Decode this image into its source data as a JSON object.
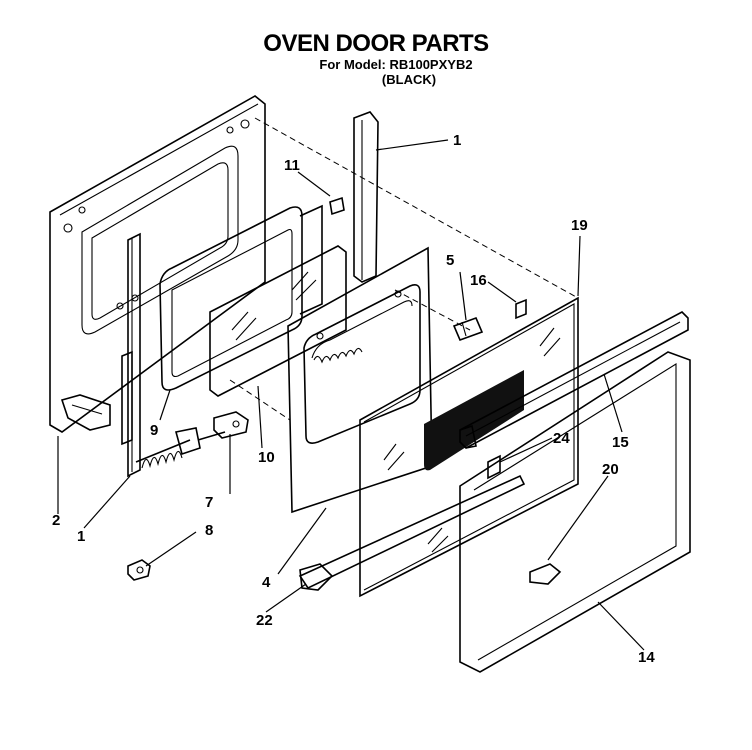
{
  "title": "OVEN DOOR PARTS",
  "model_line": "For Model: RB100PXYB2",
  "color_line": "(BLACK)",
  "callouts": {
    "c1_top": "1",
    "c1_bottom": "1",
    "c2": "2",
    "c4": "4",
    "c5": "5",
    "c7": "7",
    "c8": "8",
    "c9": "9",
    "c10": "10",
    "c11": "11",
    "c14": "14",
    "c15": "15",
    "c16": "16",
    "c19": "19",
    "c20": "20",
    "c22": "22",
    "c24": "24"
  }
}
